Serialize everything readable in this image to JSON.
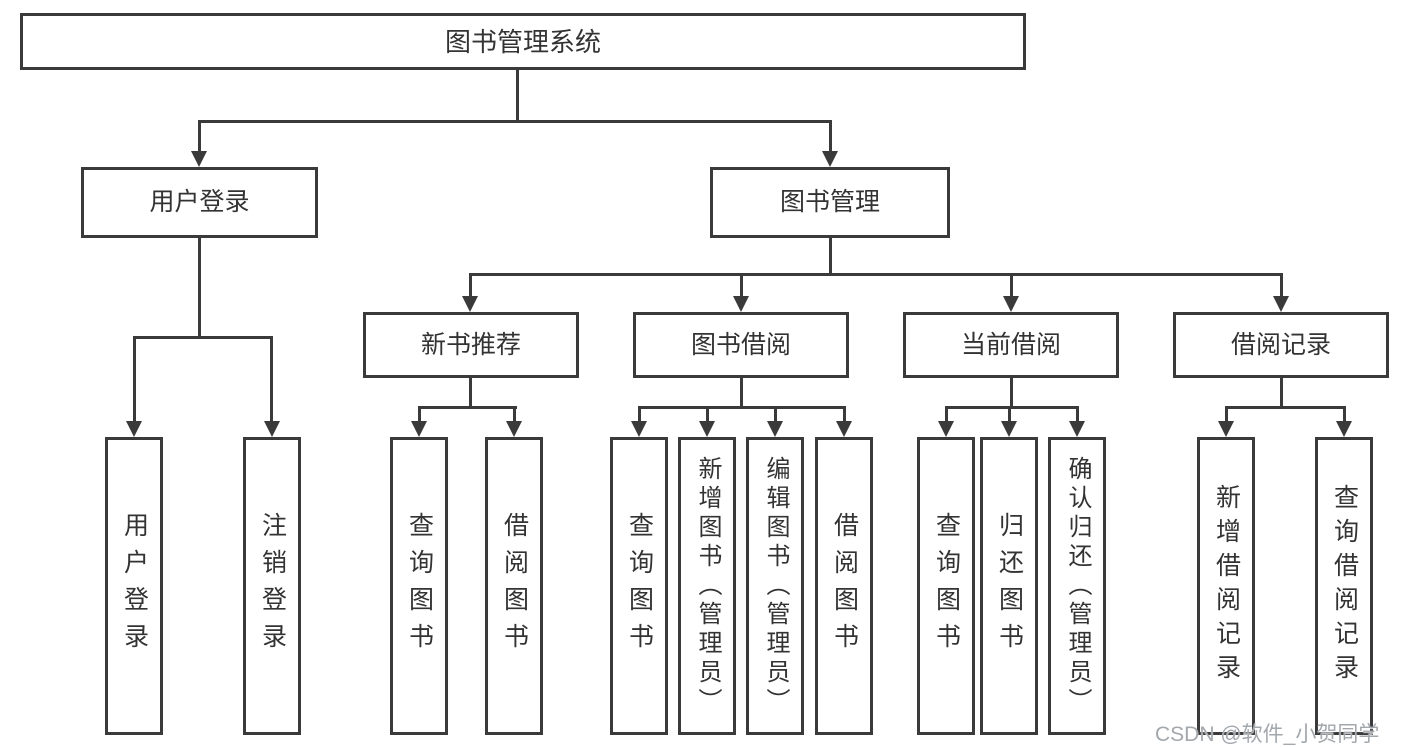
{
  "diagram": {
    "title": "图书管理系统",
    "branches": [
      {
        "label": "用户登录",
        "children": [
          "用户登录",
          "注销登录"
        ]
      },
      {
        "label": "图书管理",
        "sections": [
          {
            "label": "新书推荐",
            "children": [
              "查询图书",
              "借阅图书"
            ]
          },
          {
            "label": "图书借阅",
            "children": [
              "查询图书",
              "新增图书（管理员）",
              "编辑图书（管理员）",
              "借阅图书"
            ]
          },
          {
            "label": "当前借阅",
            "children": [
              "查询图书",
              "归还图书",
              "确认归还（管理员）"
            ]
          },
          {
            "label": "借阅记录",
            "children": [
              "新增借阅记录",
              "查询借阅记录"
            ]
          }
        ]
      }
    ]
  },
  "watermark": {
    "text": "CSDN @软件_小贺同学"
  },
  "colors": {
    "line": "#3a3a3a",
    "text": "#333333",
    "watermark": "#a3a8ad",
    "background": "#ffffff"
  }
}
